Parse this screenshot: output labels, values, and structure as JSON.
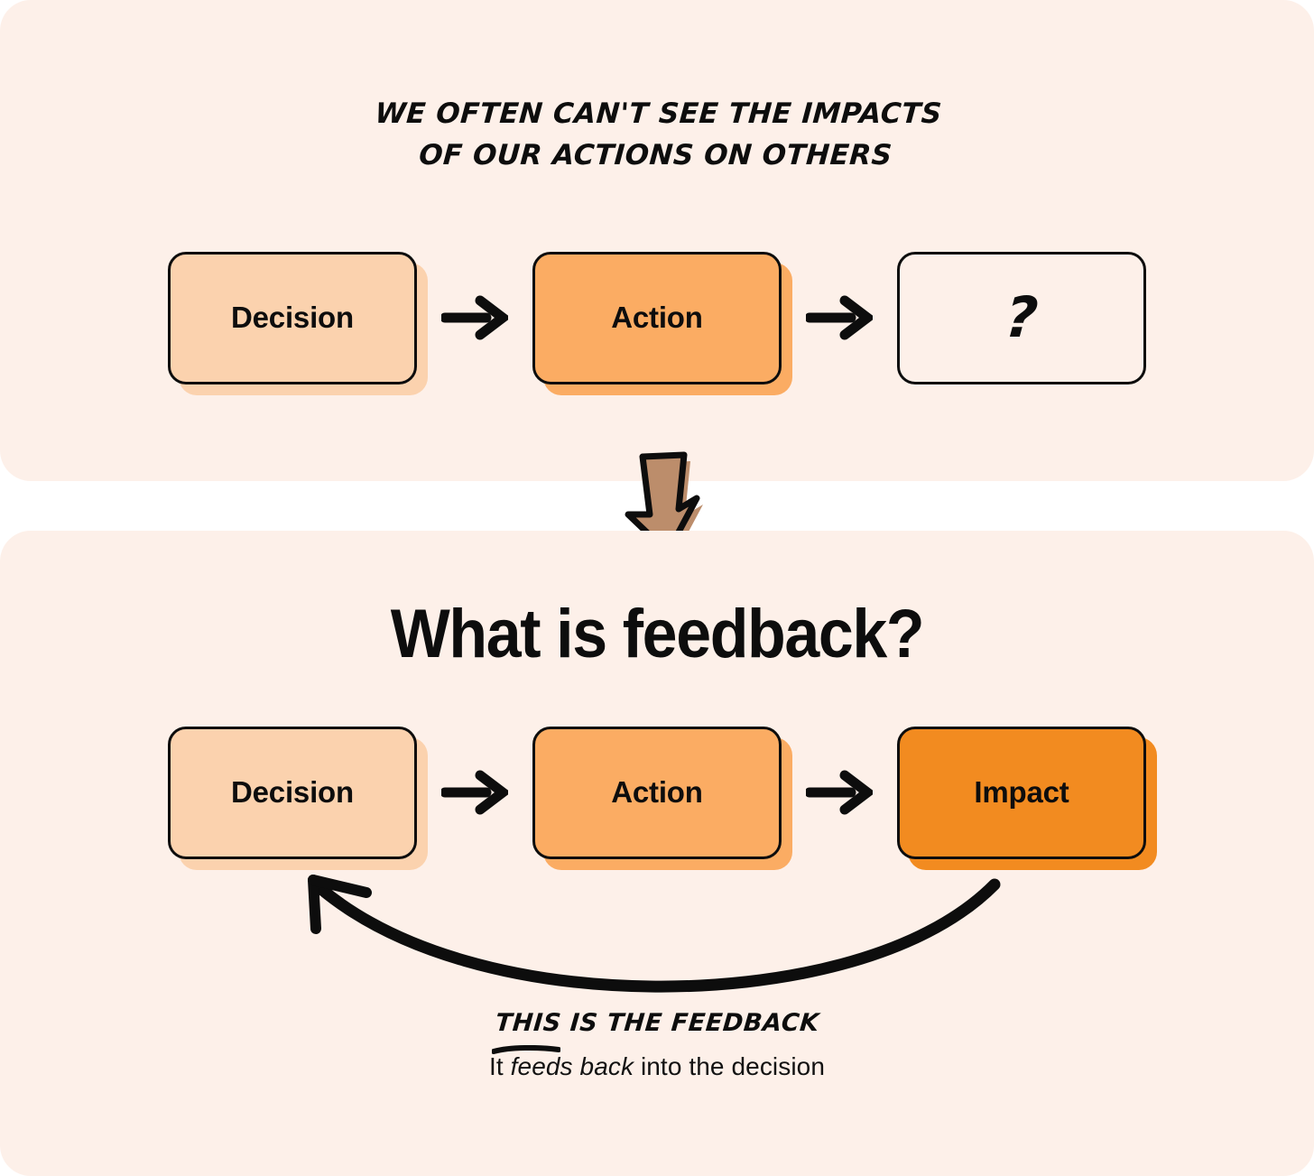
{
  "theme": {
    "page_background": "#ffffff",
    "card_background": "#fdf0e9",
    "ink": "#0d0d0d",
    "decision_fill": "#fbd2ae",
    "action_fill": "#fbac63",
    "impact_fill": "#f28b20",
    "down_arrow_fill": "#bc8d6b"
  },
  "top_panel": {
    "headline_line1": "WE OFTEN CAN'T SEE THE IMPACTS",
    "headline_line2": "OF OUR ACTIONS ON OTHERS",
    "nodes": [
      {
        "label": "Decision",
        "fill_key": "decision"
      },
      {
        "label": "Action",
        "fill_key": "action"
      },
      {
        "label": "?",
        "fill_key": "empty"
      }
    ],
    "connector_icon": "right-arrow-icon"
  },
  "transition": {
    "icon": "down-arrow-icon"
  },
  "bottom_panel": {
    "title": "What is feedback?",
    "nodes": [
      {
        "label": "Decision",
        "fill_key": "decision"
      },
      {
        "label": "Action",
        "fill_key": "action"
      },
      {
        "label": "Impact",
        "fill_key": "impact"
      }
    ],
    "connector_icon": "right-arrow-icon",
    "feedback_loop_icon": "curved-feedback-arrow-icon",
    "caption_marker": "THIS IS THE FEEDBACK",
    "caption_sub_prefix": "It ",
    "caption_sub_emphasis": "feeds back",
    "caption_sub_suffix": " into the decision"
  }
}
